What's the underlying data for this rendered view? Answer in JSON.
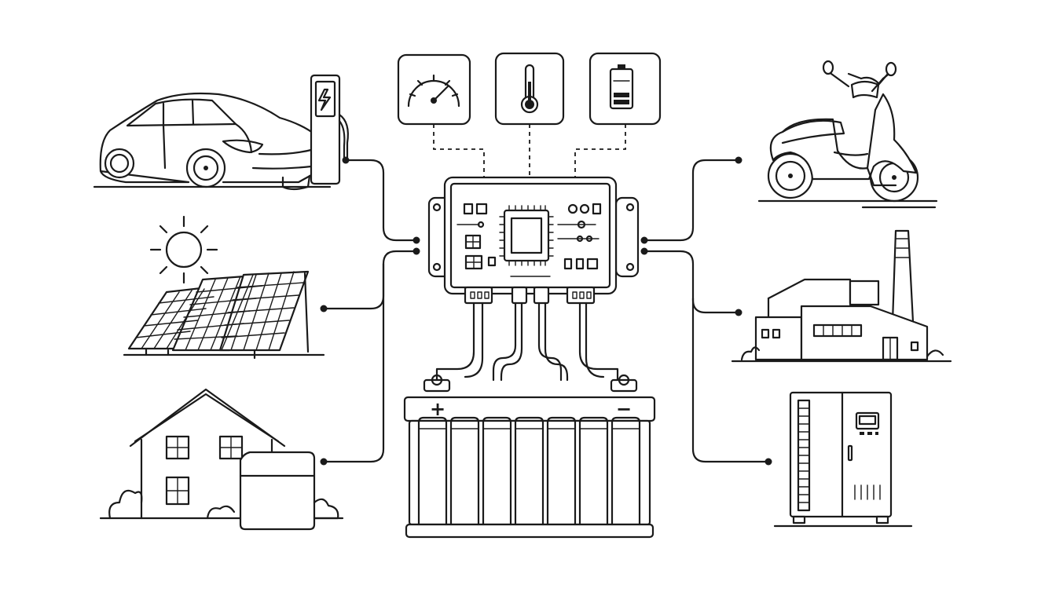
{
  "diagram": {
    "battery": {
      "positive_label": "+",
      "negative_label": "−",
      "cell_count": 7
    },
    "monitors": [
      "gauge-icon",
      "thermometer-icon",
      "battery-level-icon"
    ],
    "controller": "battery-management-system-board",
    "left_applications": [
      "electric-car-with-charger",
      "solar-panels",
      "home-battery-storage"
    ],
    "right_applications": [
      "electric-scooter",
      "factory",
      "energy-storage-cabinet"
    ],
    "colors": {
      "ink": "#1a1a1a",
      "background": "#ffffff"
    }
  }
}
